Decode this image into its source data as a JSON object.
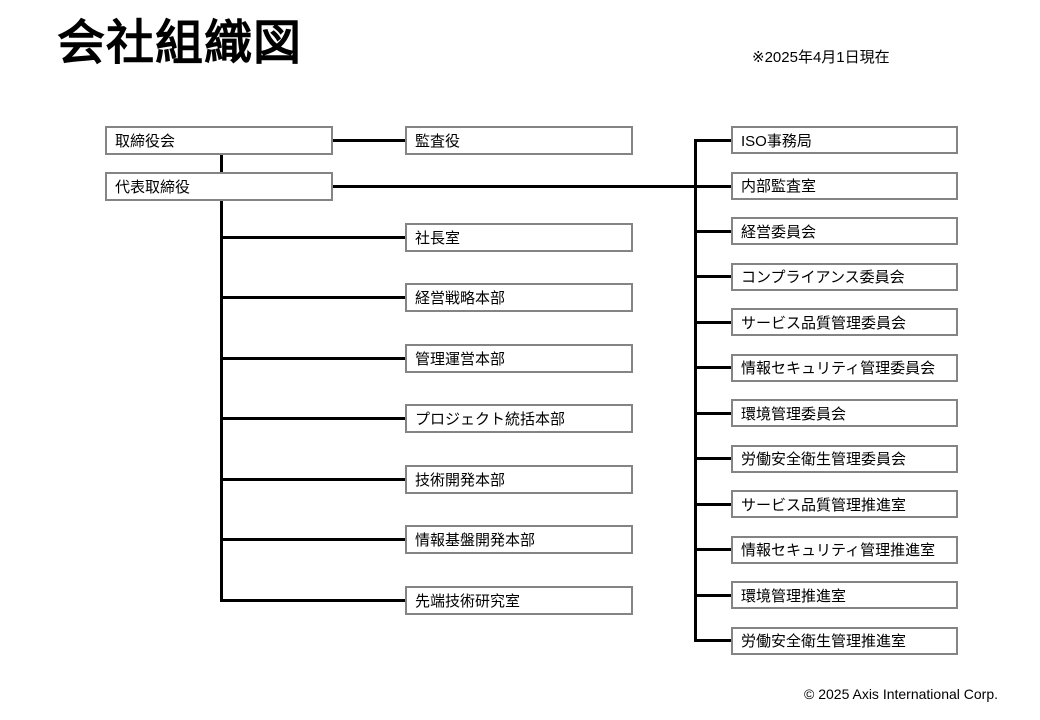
{
  "title": "会社組織図",
  "date_note": "※2025年4月1日現在",
  "footer": "© 2025 Axis International Corp.",
  "colors": {
    "background": "#ffffff",
    "box_fill": "#ffffff",
    "box_border": "#848484",
    "connector": "#000000",
    "text": "#000000"
  },
  "org": {
    "left": [
      {
        "label": "取締役会"
      },
      {
        "label": "代表取締役"
      }
    ],
    "middle": [
      {
        "label": "監査役"
      },
      {
        "label": "社長室"
      },
      {
        "label": "経営戦略本部"
      },
      {
        "label": "管理運営本部"
      },
      {
        "label": "プロジェクト統括本部"
      },
      {
        "label": "技術開発本部"
      },
      {
        "label": "情報基盤開発本部"
      },
      {
        "label": "先端技術研究室"
      }
    ],
    "right": [
      {
        "label": "ISO事務局"
      },
      {
        "label": "内部監査室"
      },
      {
        "label": "経営委員会"
      },
      {
        "label": "コンプライアンス委員会"
      },
      {
        "label": "サービス品質管理委員会"
      },
      {
        "label": "情報セキュリティ管理委員会"
      },
      {
        "label": "環境管理委員会"
      },
      {
        "label": "労働安全衛生管理委員会"
      },
      {
        "label": "サービス品質管理推進室"
      },
      {
        "label": "情報セキュリティ管理推進室"
      },
      {
        "label": "環境管理推進室"
      },
      {
        "label": "労働安全衛生管理推進室"
      }
    ]
  }
}
